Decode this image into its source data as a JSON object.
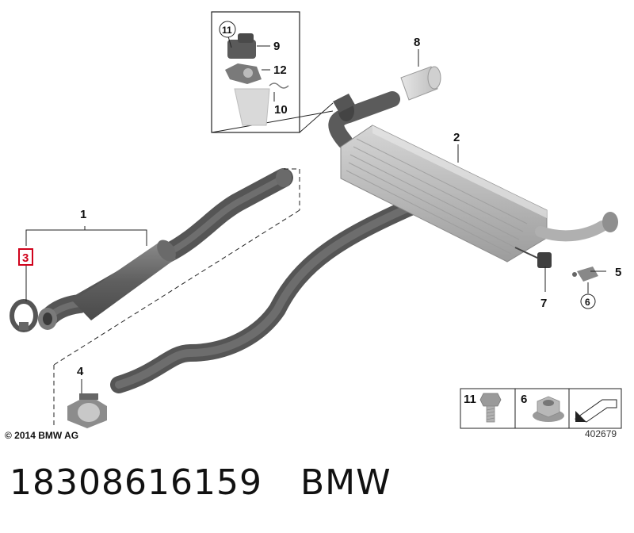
{
  "copyright": "© 2014 BMW AG",
  "diagram_id": "402679",
  "part_number": "18308616159",
  "brand": "BMW",
  "callouts": {
    "c1": "1",
    "c2": "2",
    "c3": "3",
    "c4": "4",
    "c5": "5",
    "c6": "6",
    "c7": "7",
    "c8": "8",
    "c9": "9",
    "c10": "10",
    "c11": "11",
    "c12": "12"
  },
  "legend": {
    "bolt": "11",
    "nut": "6"
  },
  "colors": {
    "highlight": "#d0021b",
    "pipe": "#6e6e6e",
    "muffler": "#b9b9b9"
  }
}
